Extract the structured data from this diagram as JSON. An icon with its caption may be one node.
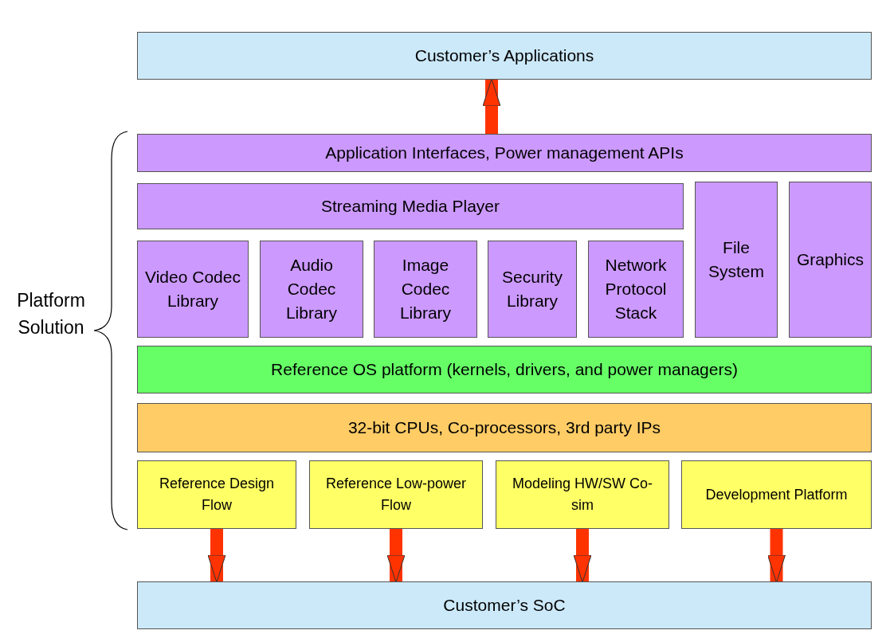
{
  "diagram": {
    "nodes": [
      {
        "text": [
          "Customer’s Applications"
        ]
      },
      {
        "text": [
          "Application Interfaces, Power management APIs"
        ]
      },
      {
        "text": [
          "Streaming Media Player"
        ]
      },
      {
        "text": [
          "Video Codec Library"
        ]
      },
      {
        "text": [
          "Audio Codec Library"
        ]
      },
      {
        "text": [
          "Image Codec Library"
        ]
      },
      {
        "text": [
          "Security Library"
        ]
      },
      {
        "text": [
          "Network Protocol Stack"
        ]
      },
      {
        "text": [
          "File System"
        ]
      },
      {
        "text": [
          "Graphics"
        ]
      },
      {
        "text": [
          "Reference OS platform (kernels, drivers, and power managers)"
        ]
      },
      {
        "text": [
          "32-bit CPUs, Co-processors, 3rd party IPs"
        ]
      },
      {
        "text": [
          "Reference Design Flow"
        ]
      },
      {
        "text": [
          "Reference Low-power Flow"
        ]
      },
      {
        "text": [
          "Modeling HW/SW Co-sim"
        ]
      },
      {
        "text": [
          "Development Platform"
        ]
      },
      {
        "text": [
          "Customer’s SoC"
        ]
      }
    ],
    "edges": [
      {
        "from": 1,
        "to": 0,
        "arrow": "to"
      },
      {
        "from": 12,
        "to": 16,
        "arrow": "to"
      },
      {
        "from": 13,
        "to": 16,
        "arrow": "to"
      },
      {
        "from": 14,
        "to": 16,
        "arrow": "to"
      },
      {
        "from": 15,
        "to": 16,
        "arrow": "to"
      }
    ],
    "labels": [
      "Platform Solution"
    ]
  }
}
